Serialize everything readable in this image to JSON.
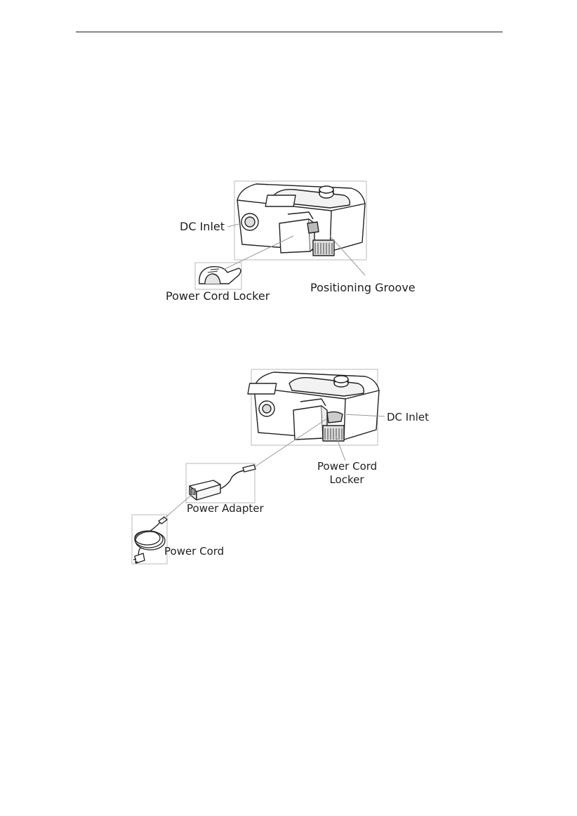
{
  "figure1": {
    "labels": {
      "dc_inlet": "DC Inlet",
      "power_cord_locker": "Power Cord Locker",
      "positioning_groove": "Positioning Groove"
    }
  },
  "figure2": {
    "labels": {
      "dc_inlet": "DC Inlet",
      "power_cord_locker_line1": "Power Cord",
      "power_cord_locker_line2": "Locker",
      "power_adapter": "Power Adapter",
      "power_cord": "Power Cord"
    }
  }
}
